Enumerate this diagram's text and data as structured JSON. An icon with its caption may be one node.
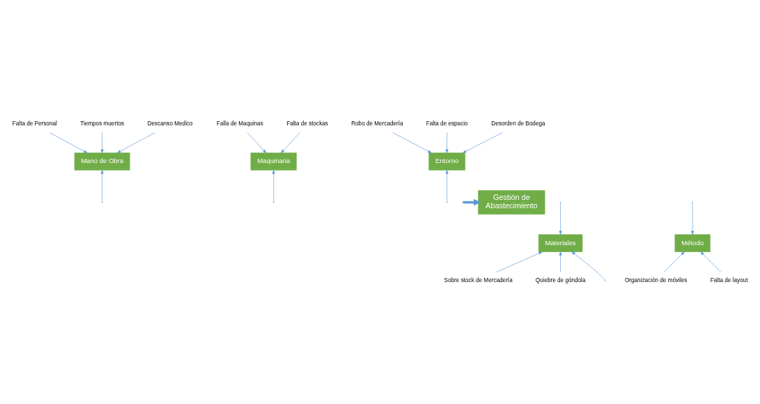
{
  "diagram": {
    "nodes": [
      {
        "text": [
          "Mano de Obra"
        ]
      },
      {
        "text": [
          "Maquinaria"
        ]
      },
      {
        "text": [
          "Entorno"
        ]
      },
      {
        "text": [
          "Gestión de Abastecimiento"
        ]
      },
      {
        "text": [
          "Materiales"
        ]
      },
      {
        "text": [
          "Método"
        ]
      },
      {
        "text": [
          "Falta de Personal"
        ]
      },
      {
        "text": [
          "Tiempos muertos"
        ]
      },
      {
        "text": [
          "Descanso Medico"
        ]
      },
      {
        "text": [
          "Falla de Maquinas"
        ]
      },
      {
        "text": [
          "Falta de stockas"
        ]
      },
      {
        "text": [
          "Robo de Mercadería"
        ]
      },
      {
        "text": [
          "Falta de espacio"
        ]
      },
      {
        "text": [
          "Desorden de Bodega"
        ]
      },
      {
        "text": [
          "Sobre stock de Mercadería"
        ]
      },
      {
        "text": [
          "Quiebre de góndola"
        ]
      },
      {
        "text": [
          "Organización de móviles"
        ]
      },
      {
        "text": [
          "Falta de layout"
        ]
      }
    ],
    "edges": [
      {
        "from": null,
        "to": 3,
        "arrow": "to",
        "style": "thick"
      },
      {
        "from": null,
        "to": 0,
        "arrow": "to"
      },
      {
        "from": null,
        "to": 1,
        "arrow": "to"
      },
      {
        "from": null,
        "to": 2,
        "arrow": "to"
      },
      {
        "from": null,
        "to": 4,
        "arrow": "to"
      },
      {
        "from": null,
        "to": 5,
        "arrow": "to"
      },
      {
        "from": 6,
        "to": 0,
        "arrow": "to"
      },
      {
        "from": 7,
        "to": 0,
        "arrow": "to"
      },
      {
        "from": 8,
        "to": 0,
        "arrow": "to"
      },
      {
        "from": 9,
        "to": 1,
        "arrow": "to"
      },
      {
        "from": 10,
        "to": 1,
        "arrow": "to"
      },
      {
        "from": 11,
        "to": 2,
        "arrow": "to"
      },
      {
        "from": 12,
        "to": 2,
        "arrow": "to"
      },
      {
        "from": 13,
        "to": 2,
        "arrow": "to"
      },
      {
        "from": 14,
        "to": 4,
        "arrow": "to"
      },
      {
        "from": 15,
        "to": 4,
        "arrow": "to"
      },
      {
        "from": null,
        "to": 4,
        "arrow": "to"
      },
      {
        "from": 16,
        "to": 5,
        "arrow": "to"
      },
      {
        "from": 17,
        "to": 5,
        "arrow": "to"
      }
    ]
  }
}
